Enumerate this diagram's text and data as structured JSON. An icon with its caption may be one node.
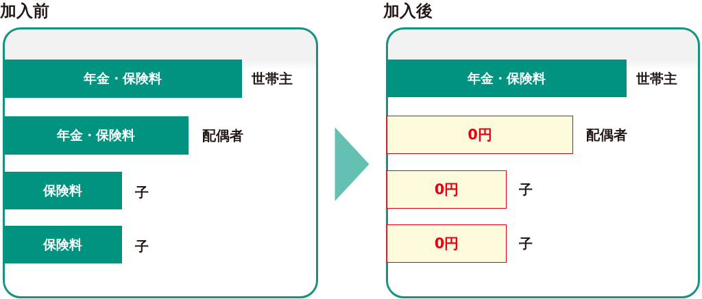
{
  "diagram": {
    "nodes": [
      {
        "text": [
          "加入前"
        ]
      },
      {
        "text": [
          "年金・保険料"
        ],
        "in": 0,
        "beside": [
          "世帯主"
        ]
      },
      {
        "text": [
          "年金・保険料"
        ],
        "in": 0,
        "beside": [
          "配偶者"
        ]
      },
      {
        "text": [
          "保険料"
        ],
        "in": 0,
        "beside": [
          "子"
        ]
      },
      {
        "text": [
          "保険料"
        ],
        "in": 0,
        "beside": [
          "子"
        ]
      },
      {
        "text": [
          "加入後"
        ]
      },
      {
        "text": [
          "年金・保険料"
        ],
        "in": 5,
        "beside": [
          "世帯主"
        ]
      },
      {
        "text": [
          "0円"
        ],
        "in": 5,
        "beside": [
          "配偶者"
        ]
      },
      {
        "text": [
          "0円"
        ],
        "in": 5,
        "beside": [
          "子"
        ]
      },
      {
        "text": [
          "0円"
        ],
        "in": 5,
        "beside": [
          "子"
        ]
      }
    ],
    "edges": [
      {
        "from": 0,
        "to": 5,
        "arrow": "to"
      }
    ]
  }
}
